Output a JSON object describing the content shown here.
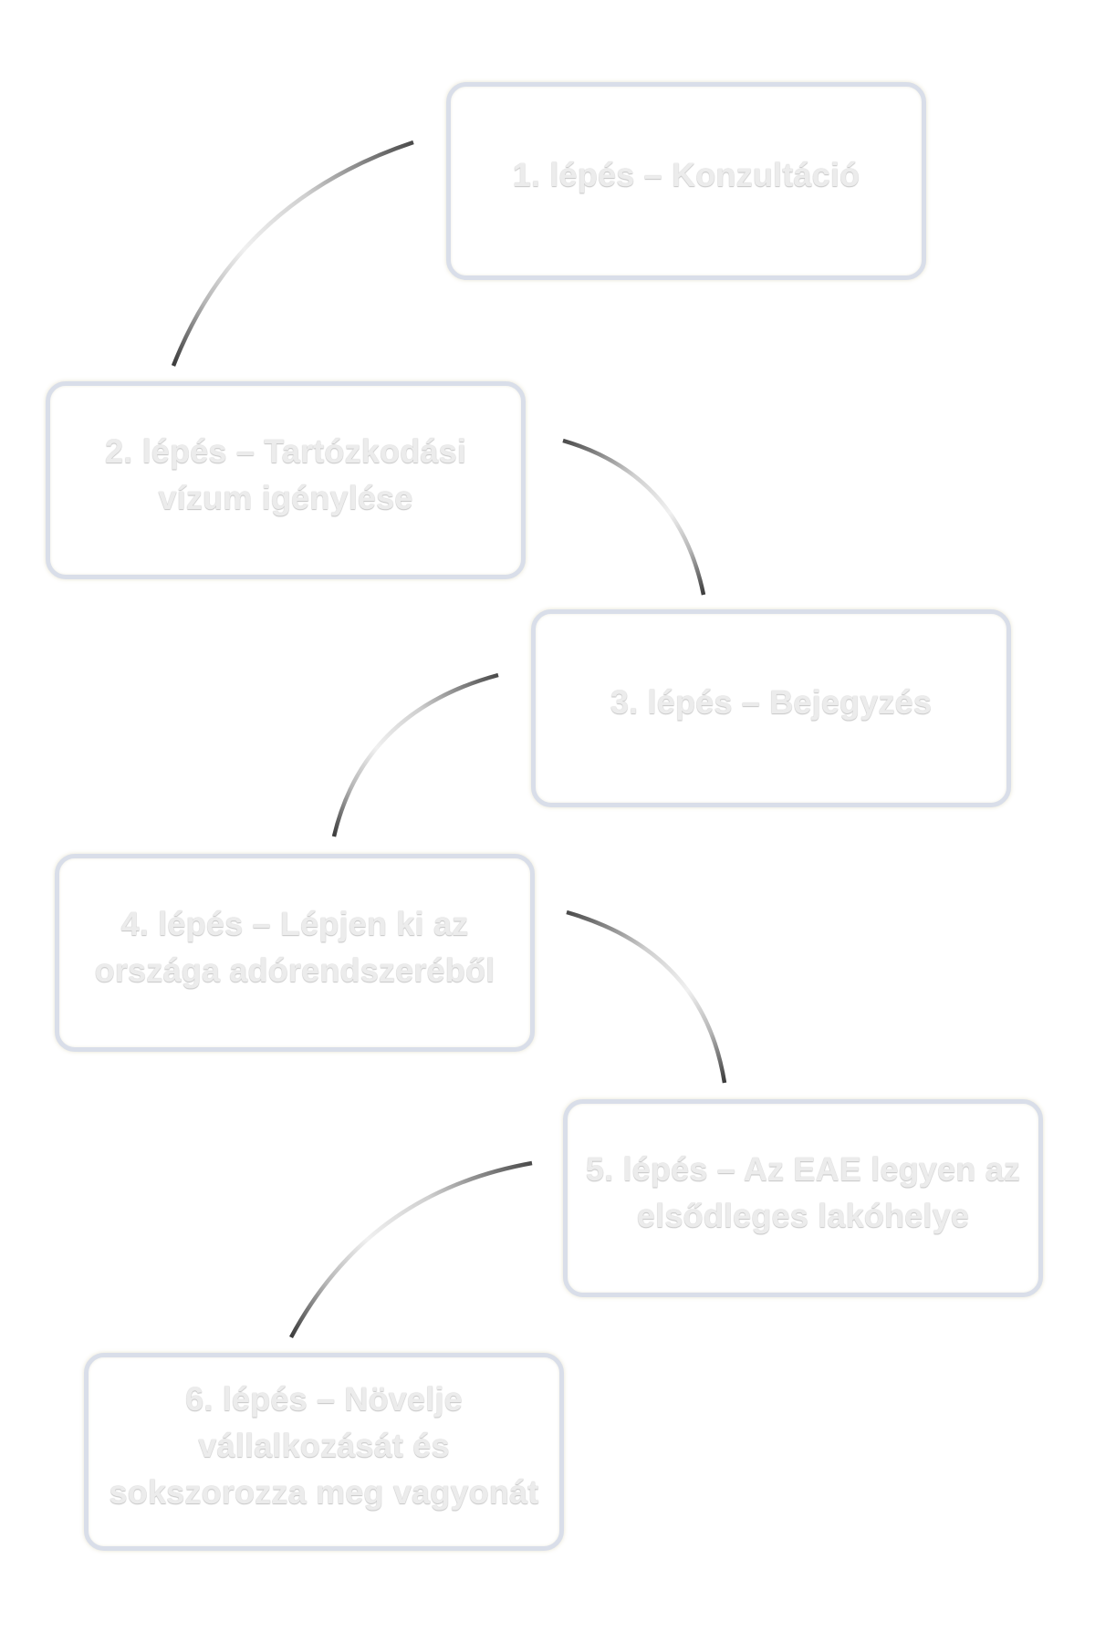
{
  "diagram": {
    "steps": [
      {
        "label": "1. lépés – Konzultáció"
      },
      {
        "label": "2. lépés – Tartózkodási vízum igénylése"
      },
      {
        "label": "3. lépés – Bejegyzés"
      },
      {
        "label": "4. lépés – Lépjen ki az országa adórendszeréből"
      },
      {
        "label": "5. lépés – Az EAE legyen az elsődleges lakóhelye"
      },
      {
        "label": "6. lépés – Növelje vállalkozását és sokszorozza meg vagyonát"
      }
    ],
    "colors": {
      "box_border": "#d9dee9",
      "label_text": "#ececec",
      "connector_dark": "#4a4a4a",
      "connector_light": "#ededed"
    }
  }
}
